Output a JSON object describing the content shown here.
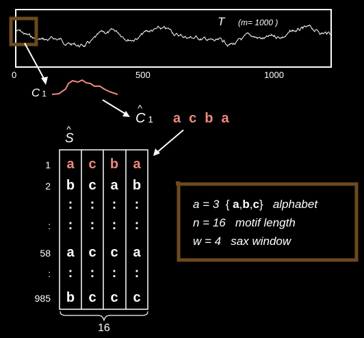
{
  "series_label": "T",
  "series_param": "(m= 1000 )",
  "axis_ticks": [
    "0",
    "500",
    "1000"
  ],
  "subseq_label": "C",
  "subseq_sub": "1",
  "sax_label": "C",
  "sax_hat": "^",
  "sax_sub": "1",
  "sax_word": [
    "a",
    "c",
    "b",
    "a"
  ],
  "matrix_label": "S",
  "matrix_hat": "^",
  "matrix_rows": [
    {
      "label": "1",
      "cells": [
        "a",
        "c",
        "b",
        "a"
      ],
      "highlight": true
    },
    {
      "label": "2",
      "cells": [
        "b",
        "c",
        "a",
        "b"
      ]
    },
    {
      "label": "",
      "cells": [
        ":",
        ":",
        ":",
        ":"
      ]
    },
    {
      "label": ":",
      "cells": [
        ":",
        ":",
        ":",
        ":"
      ]
    },
    {
      "label": "58",
      "cells": [
        "a",
        "c",
        "c",
        "a"
      ]
    },
    {
      "label": ":",
      "cells": [
        ":",
        ":",
        ":",
        ":"
      ]
    },
    {
      "label": "985",
      "cells": [
        "b",
        "c",
        "c",
        "c"
      ]
    }
  ],
  "brace_label": "16",
  "params": {
    "line1_a": "a = 3",
    "line1_set_open": "{ ",
    "line1_set_a": "a",
    "line1_set_b": "b",
    "line1_set_c": "c",
    "line1_set_close": "}",
    "line1_desc": "alphabet",
    "line2_a": "n = 16",
    "line2_desc": "motif length",
    "line3_a": "w = 4",
    "line3_desc": "sax window"
  },
  "colors": {
    "background": "#000000",
    "highlight": "#f08a80",
    "box_border": "#6b4a1e"
  }
}
